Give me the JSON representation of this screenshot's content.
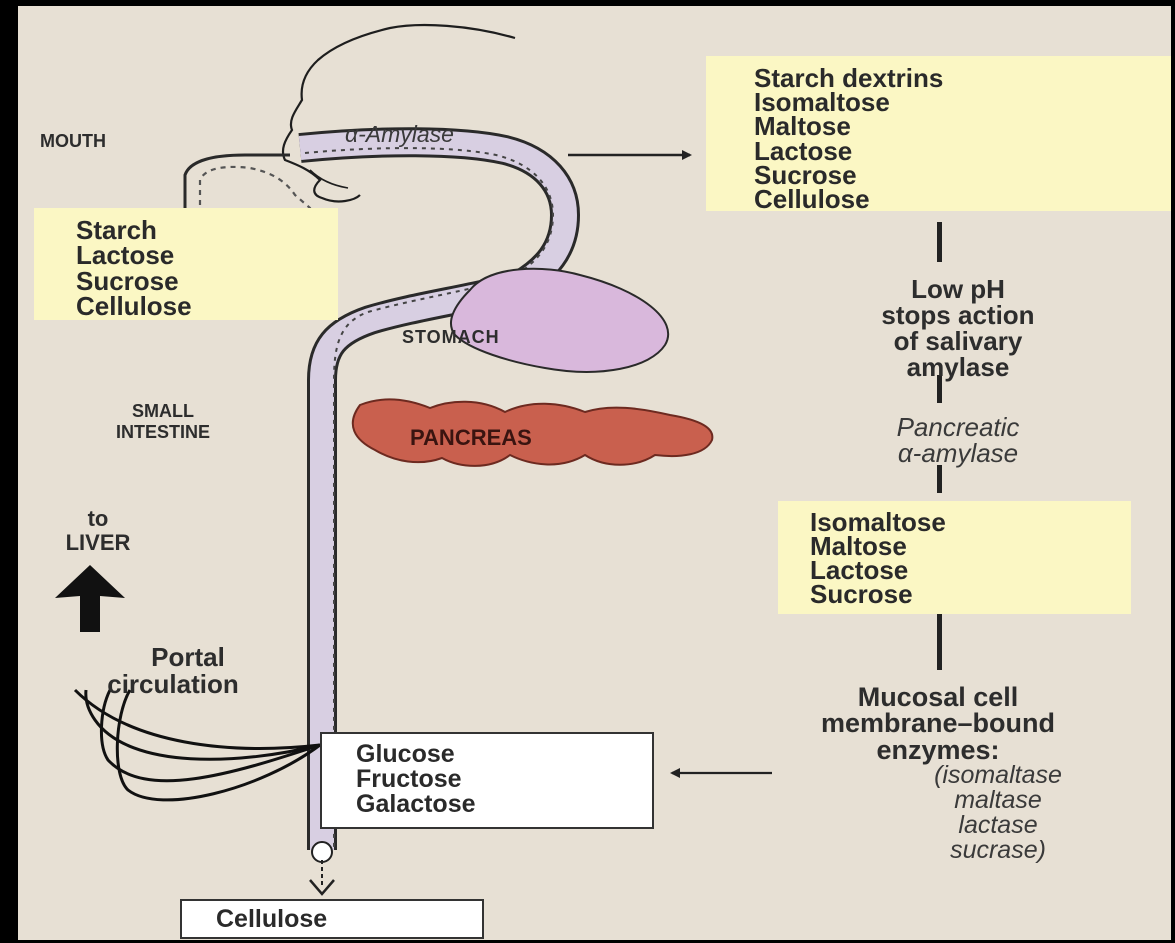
{
  "labels": {
    "mouth": "MOUTH",
    "alpha_amylase": "α-Amylase",
    "stomach": "STOMACH",
    "small_intestine_1": "SMALL",
    "small_intestine_2": "INTESTINE",
    "pancreas": "PANCREAS",
    "to": "to",
    "liver": "LIVER",
    "portal_1": "Portal",
    "portal_2": "circulation",
    "low_ph_1": "Low pH",
    "low_ph_2": "stops action",
    "low_ph_3": "of salivary",
    "low_ph_4": "amylase",
    "pancreatic_1": "Pancreatic",
    "pancreatic_2": "α-amylase",
    "mucosal_1": "Mucosal cell",
    "mucosal_2": "membrane–bound",
    "mucosal_3": "enzymes:",
    "enzymes_1": "(isomaltase",
    "enzymes_2": "maltase",
    "enzymes_3": "lactase",
    "enzymes_4": "sucrase)"
  },
  "boxes": {
    "intake": [
      "Starch",
      "Lactose",
      "Sucrose",
      "Cellulose"
    ],
    "mouth_products": [
      "Starch dextrins",
      "Isomaltose",
      "Maltose",
      "Lactose",
      "Sucrose",
      "Cellulose"
    ],
    "pancreatic_products": [
      "Isomaltose",
      "Maltose",
      "Lactose",
      "Sucrose"
    ],
    "monosaccharides": [
      "Glucose",
      "Fructose",
      "Galactose"
    ],
    "excreted": "Cellulose"
  },
  "colors": {
    "background": "#e7e0d4",
    "yellow_box": "#fbf7c4",
    "stomach": "#d9b8dc",
    "pancreas": "#c9604e",
    "tract": "#d8cfe2"
  }
}
